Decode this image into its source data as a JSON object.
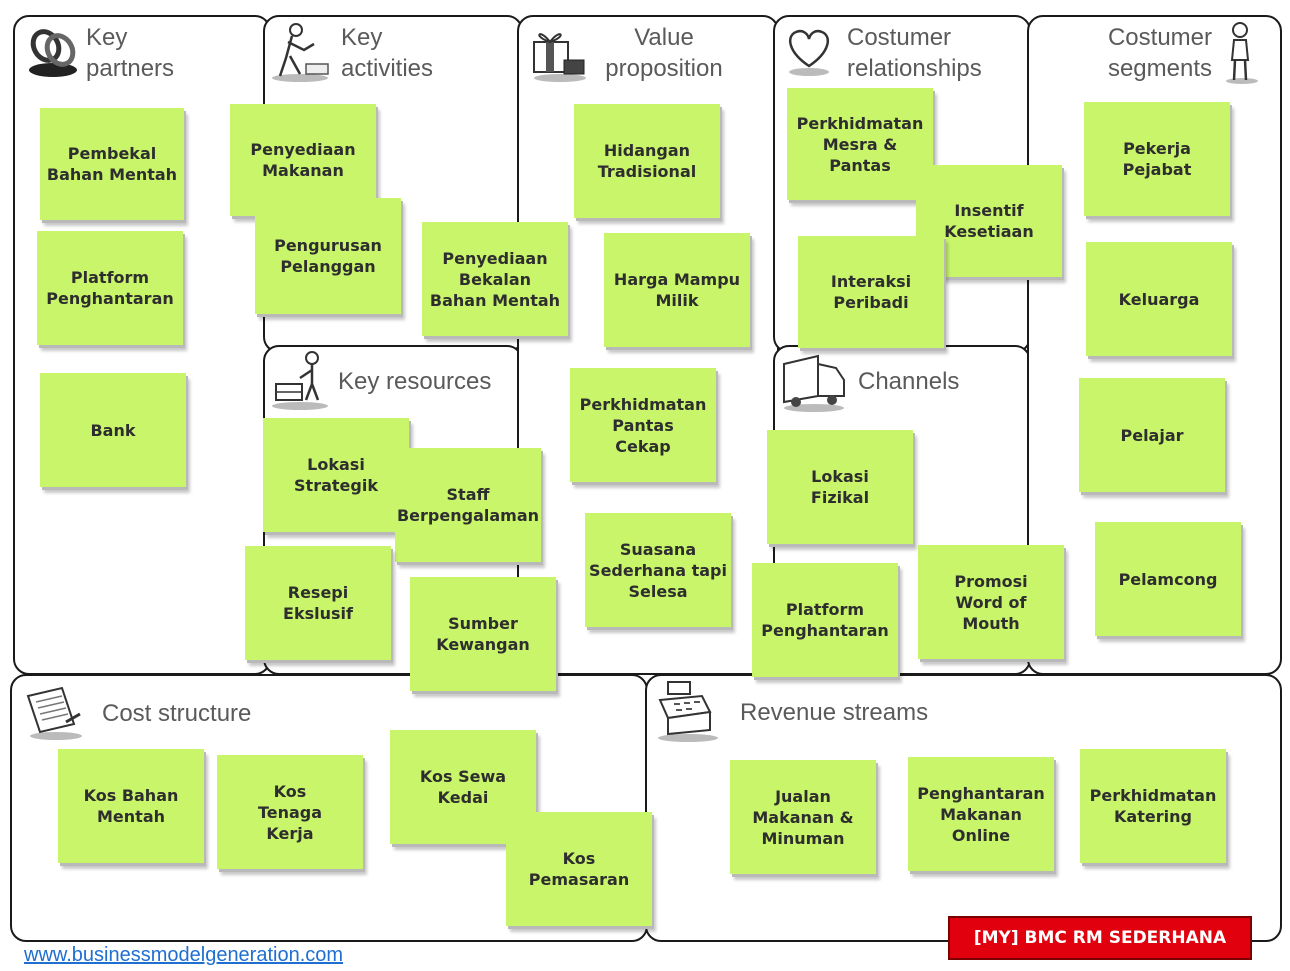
{
  "sections": {
    "key_partners": {
      "line1": "Key",
      "line2": "partners"
    },
    "key_activities": {
      "line1": "Key",
      "line2": "activities"
    },
    "value_proposition": {
      "line1": "Value",
      "line2": "proposition"
    },
    "customer_relationships": {
      "line1": "Costumer",
      "line2": "relationships"
    },
    "customer_segments": {
      "line1": "Costumer",
      "line2": "segments"
    },
    "key_resources": {
      "title": "Key resources"
    },
    "channels": {
      "title": "Channels"
    },
    "cost_structure": {
      "title": "Cost structure"
    },
    "revenue_streams": {
      "title": "Revenue streams"
    }
  },
  "notes": {
    "kp1": "Pembekal\nBahan Mentah",
    "kp2": "Platform\nPenghantaran",
    "kp3": "Bank",
    "ka1": "Penyediaan\nMakanan",
    "ka2": "Pengurusan\nPelanggan",
    "ka3": "Penyediaan\nBekalan\nBahan Mentah",
    "vp1": "Hidangan\nTradisional",
    "vp2": "Harga Mampu\nMilik",
    "vp3": "Perkhidmatan\nPantas\nCekap",
    "vp4": "Suasana\nSederhana tapi\nSelesa",
    "cr1": "Perkhidmatan\nMesra &\nPantas",
    "cr2": "Insentif\nKesetiaan",
    "cr3": "Interaksi\nPeribadi",
    "cs1": "Pekerja\nPejabat",
    "cs2": "Keluarga",
    "cs3": "Pelajar",
    "cs4": "Pelamcong",
    "kr1": "Lokasi\nStrategik",
    "kr2": "Staff\nBerpengalaman",
    "kr3": "Resepi\nEkslusif",
    "kr4": "Sumber\nKewangan",
    "ch1": "Lokasi\nFizikal",
    "ch2": "Platform\nPenghantaran",
    "ch3": "Promosi\nWord of\nMouth",
    "co1": "Kos Bahan\nMentah",
    "co2": "Kos\nTenaga\nKerja",
    "co3": "Kos Sewa\nKedai",
    "co4": "Kos\nPemasaran",
    "rs1": "Jualan\nMakanan &\nMinuman",
    "rs2": "Penghantaran\nMakanan\nOnline",
    "rs3": "Perkhidmatan\nKatering"
  },
  "footer": {
    "link": "www.businessmodelgeneration.com",
    "badge": "[MY] BMC RM SEDERHANA"
  },
  "colors": {
    "note": "#c9f56b",
    "badge": "#e0000e",
    "link": "#1f6fd1"
  },
  "icons": [
    "chain-icon",
    "worker-icon",
    "gift-icon",
    "heart-icon",
    "person-icon",
    "forklift-icon",
    "truck-icon",
    "document-icon",
    "cash-register-icon"
  ]
}
